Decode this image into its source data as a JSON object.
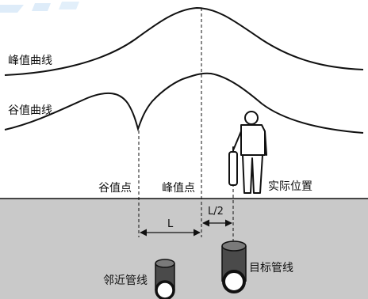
{
  "curves": {
    "peak_label": "峰值曲线",
    "valley_label": "谷值曲线"
  },
  "markers": {
    "valley_point_label": "谷值点",
    "peak_point_label": "峰值点",
    "actual_position_label": "实际位置"
  },
  "dimensions": {
    "l_label": "L",
    "half_l_label": "L/2"
  },
  "pipes": {
    "neighbor_label": "邻近管线",
    "target_label": "目标管线"
  },
  "colors": {
    "ground": "#c9c9c9",
    "line": "#111111",
    "watermark": "#cfe3f7"
  }
}
